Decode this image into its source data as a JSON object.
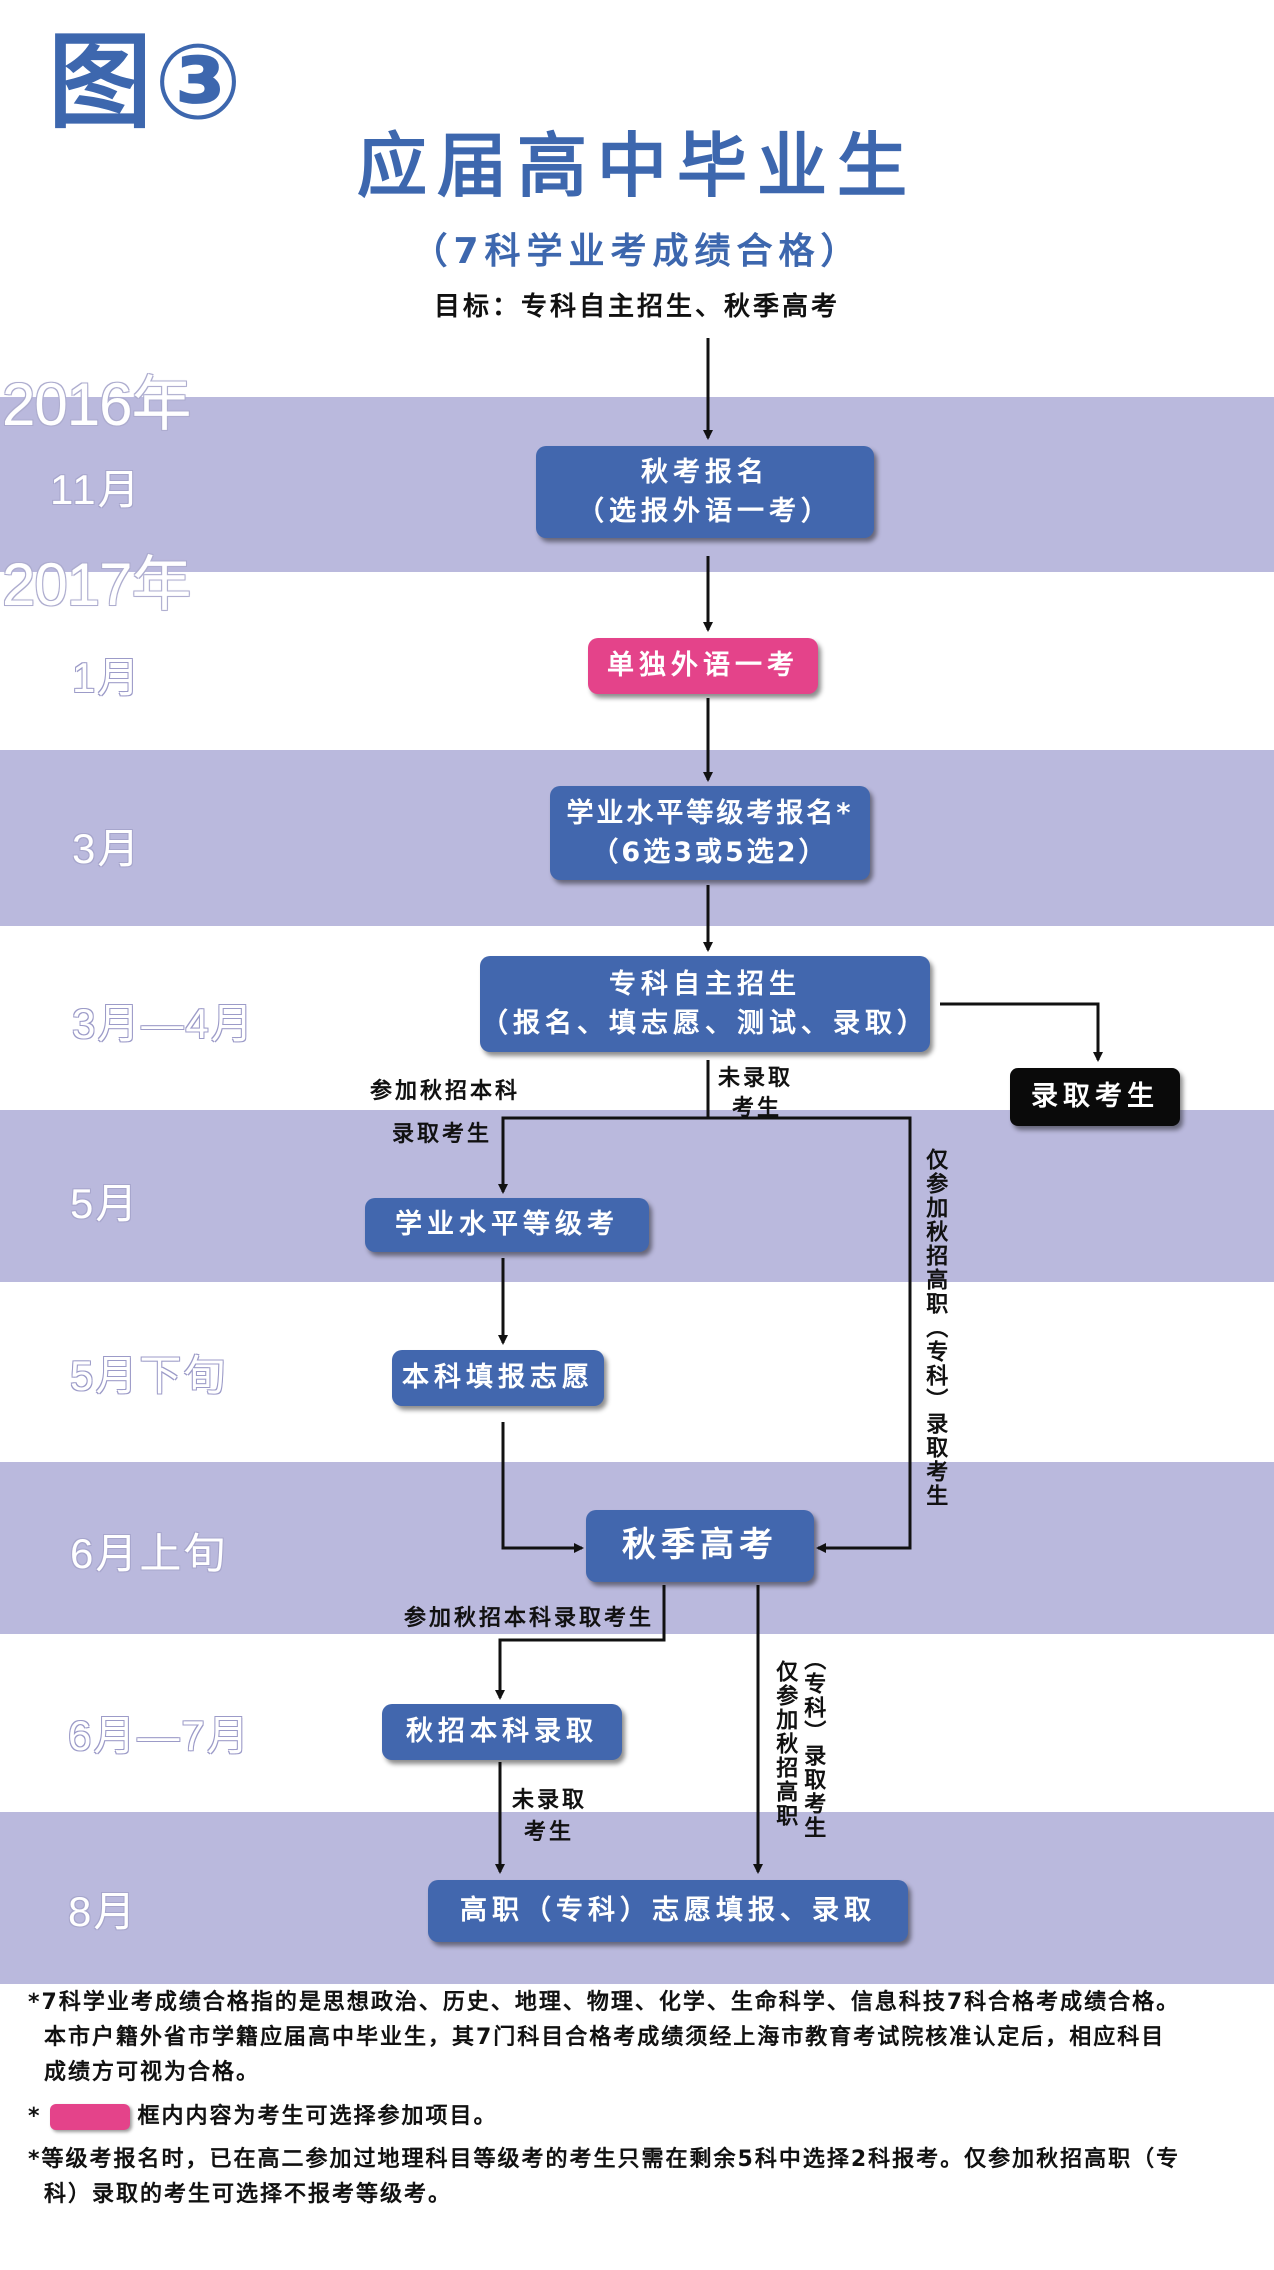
{
  "figure_label": "图③",
  "title": "应届高中毕业生",
  "subtitle": "（7科学业考成绩合格）",
  "goal": "目标：专科自主招生、秋季高考",
  "years": [
    "2016年",
    "2017年"
  ],
  "months": {
    "m11": "11月",
    "m1": "1月",
    "m3": "3月",
    "m3_4": "3月—4月",
    "m5": "5月",
    "m5_late": "5月下旬",
    "m6_early": "6月上旬",
    "m6_7": "6月—7月",
    "m8": "8月"
  },
  "boxes": {
    "autumn_registration": [
      "秋考报名",
      "（选报外语一考）"
    ],
    "foreign_language_exam": "单独外语一考",
    "level_exam_registration": [
      "学业水平等级考报名*",
      "（6选3或5选2）"
    ],
    "junior_college_admission": [
      "专科自主招生",
      "（报名、填志愿、测试、录取）"
    ],
    "admitted": "录取考生",
    "level_exam": "学业水平等级考",
    "undergrad_application": "本科填报志愿",
    "autumn_exam": "秋季高考",
    "undergrad_admission": "秋招本科录取",
    "vocational_admission": "高职（专科）志愿填报、录取"
  },
  "annotations": {
    "undergrad_candidates_1": "参加秋招本科",
    "undergrad_candidates_2": "录取考生",
    "not_admitted": [
      "未录取",
      "考生"
    ],
    "vocational_only_right": "仅参加秋招高职（专科）录取考生",
    "undergrad_candidates_line": "参加秋招本科录取考生",
    "not_admitted_2": [
      "未录取",
      "考生"
    ],
    "vocational_only_mid_a": "（专科）录取考生",
    "vocational_only_mid_b": "仅参加秋招高职"
  },
  "footnotes": {
    "fn1_line1": "*7科学业考成绩合格指的是思想政治、历史、地理、物理、化学、生命科学、信息科技7科合格考成绩合格。",
    "fn1_line2": "本市户籍外省市学籍应届高中毕业生，其7门科目合格考成绩须经上海市教育考试院核准认定后，相应科目",
    "fn1_line3": "成绩方可视为合格。",
    "fn2_prefix": "*",
    "fn2_text": "框内内容为考生可选择参加项目。",
    "fn3_line1": "*等级考报名时，已在高二参加过地理科目等级考的考生只需在剩余5科中选择2科报考。仅参加秋招高职（专",
    "fn3_line2": "科）录取的考生可选择不报考等级考。"
  },
  "colors": {
    "band": "#bab9dd",
    "box_blue": "#4267ae",
    "box_pink": "#e4438a",
    "box_black": "#0a0a0a",
    "title_blue": "#3d67ae"
  }
}
